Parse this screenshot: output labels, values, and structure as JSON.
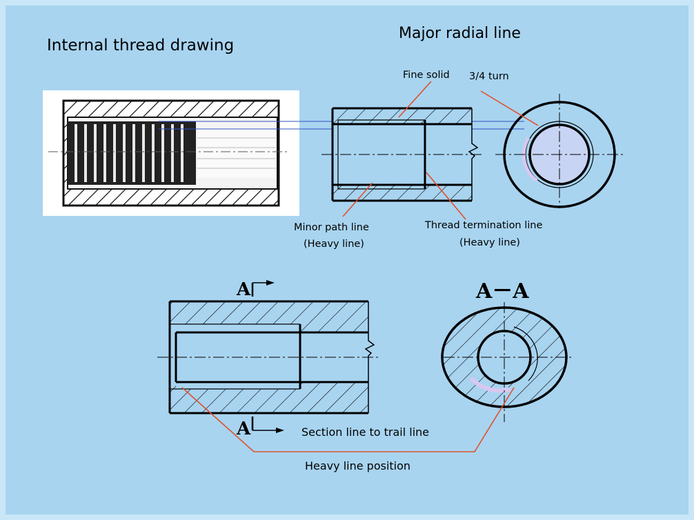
{
  "labels": {
    "title_left": "Internal thread drawing",
    "title_right": "Major radial line",
    "fine_solid": "Fine solid",
    "three_quarter_turn": "3/4 turn",
    "minor_path_line": "Minor path line",
    "minor_path_line_note": "(Heavy line)",
    "thread_termination_line": "Thread termination line",
    "thread_termination_note": "(Heavy line)",
    "section_marker_top": "A",
    "section_marker_bottom": "A",
    "section_view_title": "A－A",
    "section_to_trail": "Section line to trail line",
    "heavy_line_position": "Heavy line position"
  },
  "colors": {
    "background": "#a8d4f0",
    "leader": "#e0502a",
    "projection": "#3050c0",
    "highlight": "#c8c8f0"
  }
}
